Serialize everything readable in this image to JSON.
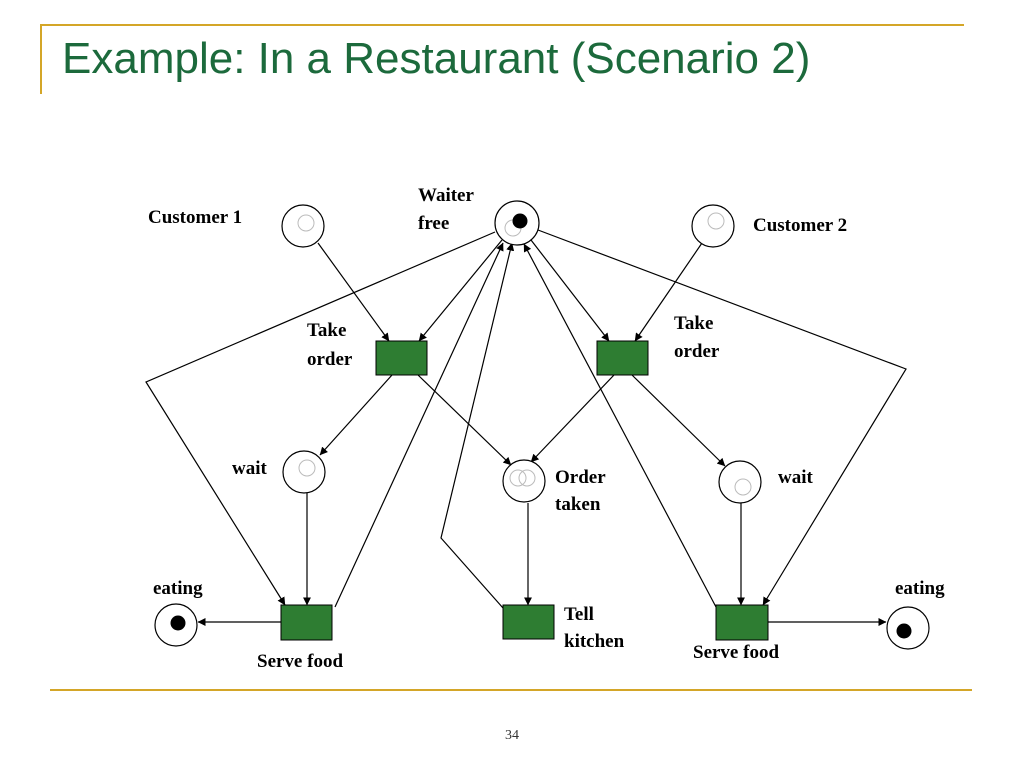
{
  "slide": {
    "title": "Example: In a Restaurant (Scenario 2)",
    "page_number": "34"
  },
  "colors": {
    "accent": "#d4a628",
    "title": "#1c6a3c",
    "transition_fill": "#2e7d32",
    "token": "#000000"
  },
  "petri_net": {
    "places": {
      "customer1": {
        "label": "Customer 1",
        "tokens": 0
      },
      "waiter_free": {
        "label_lines": [
          "Waiter",
          "free"
        ],
        "tokens": 1
      },
      "customer2": {
        "label": "Customer 2",
        "tokens": 0
      },
      "wait1": {
        "label": "wait",
        "tokens": 0
      },
      "order_taken": {
        "label_lines": [
          "Order",
          "taken"
        ],
        "tokens": 0
      },
      "wait2": {
        "label": "wait",
        "tokens": 0
      },
      "eating1": {
        "label": "eating",
        "tokens": 1
      },
      "eating2": {
        "label": "eating",
        "tokens": 1
      }
    },
    "transitions": {
      "take_order1": {
        "label_lines": [
          "Take",
          "order"
        ]
      },
      "take_order2": {
        "label_lines": [
          "Take",
          "order"
        ]
      },
      "serve_food1": {
        "label": "Serve food"
      },
      "tell_kitchen": {
        "label_lines": [
          "Tell",
          "kitchen"
        ]
      },
      "serve_food2": {
        "label": "Serve food"
      }
    }
  }
}
